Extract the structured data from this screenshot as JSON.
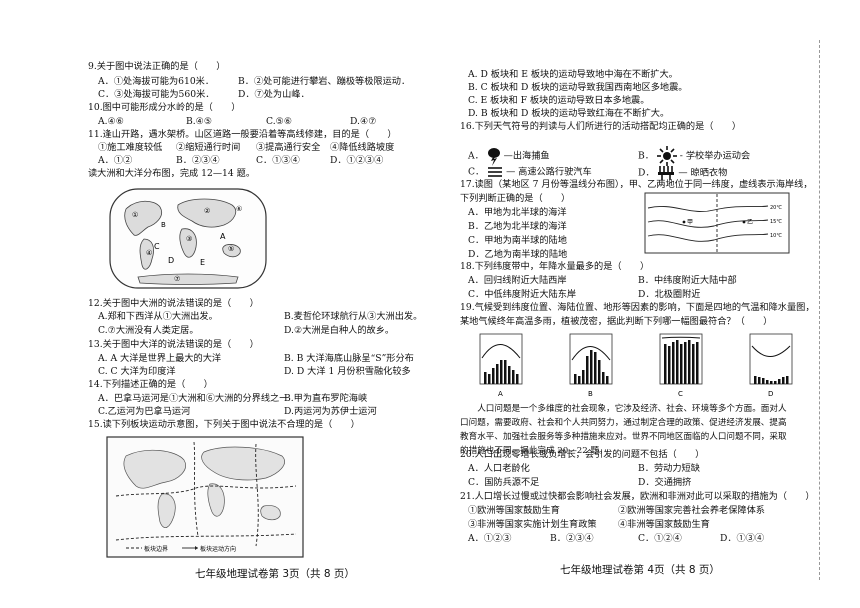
{
  "left": {
    "q9": {
      "stem": "9.关于图中说法正确的是（　　）",
      "a": "A．①处海拔可能为610米．",
      "b": "B．②处可能进行攀岩、蹦极等极限运动．",
      "c": "C．③处海拔可能为560米．",
      "d": "D．⑦处为山峰．"
    },
    "q10": {
      "stem": "10.图中可能形成分水岭的是（　　）",
      "a": "A.④⑥",
      "b": "B.④⑤",
      "c": "C.⑤⑥",
      "d": "D.④⑦"
    },
    "q11": {
      "stem": "11.逢山开路，遇水架桥。山区道路一般要沿着等高线修建，目的是（　　）",
      "o1": "①施工难度较低",
      "o2": "②缩短通行时间",
      "o3": "③提高通行安全",
      "o4": "④降低线路坡度",
      "a": "A．①②",
      "b": "B．②③④",
      "c": "C．①③④",
      "d": "D．①②③④"
    },
    "intro12": "读大洲和大洋分布图，完成 12—14 题。",
    "map1_labels": [
      "A",
      "B",
      "C",
      "D",
      "E",
      "①",
      "②",
      "③",
      "④",
      "⑤",
      "⑥",
      "⑦"
    ],
    "q12": {
      "stem": "12.关于图中大洲的说法错误的是（　　）",
      "a": "A.郑和下西洋从①大洲出发。",
      "b": "B.麦哲伦环球航行从③大洲出发。",
      "c": "C.⑦大洲没有人类定居。",
      "d": "D.②大洲是白种人的故乡。"
    },
    "q13": {
      "stem": "13.关于图中大洋的说法错误的是（　　）",
      "a": "A. A 大洋是世界上最大的大洋",
      "b": "B. B 大洋海底山脉呈“S”形分布",
      "c": "C. C 大洋为印度洋",
      "d": "D. D 大洋 1 月份积雪融化较多"
    },
    "q14": {
      "stem": "14.下列描述正确的是（　　）",
      "a": "A．巴拿马运河是①大洲和⑥大洲的分界线之一",
      "b": "B.甲为直布罗陀海峡",
      "c": "C.乙运河为巴拿马运河",
      "d": "D.丙运河为苏伊士运河"
    },
    "q15": {
      "stem": "15.读下列板块运动示意图，下列关于图中说法不合理的是（　　）"
    },
    "map2_legend": [
      "板块边界",
      "板块运动方向"
    ],
    "footer": "七年级地理试卷第 3页（共 8 页）"
  },
  "right": {
    "q15opts": {
      "a": "A. D 板块和 E 板块的运动导致地中海在不断扩大。",
      "b": "B. C 板块和 D 板块的运动导致我国西南地区多地震。",
      "c": "C. E 板块和 F 板块的运动导致日本多地震。",
      "d": "D. B 板块和 D 板块的运动导致红海在不断扩大。"
    },
    "q16": {
      "stem": "16.下列天气符号的判读与人们所进行的活动搭配均正确的是（　　）",
      "a": "—出海捕鱼",
      "b": "- 学校举办运动会",
      "c": "— 高速公路行驶汽车",
      "d": "— 晾晒衣物",
      "la": "A．",
      "lb": "B．",
      "lc": "C．",
      "ld": "D．"
    },
    "q17": {
      "stem1": "17.读图（某地区 7 月份等温线分布图），甲、乙两地位于同一纬度，虚线表示海岸线，",
      "stem2": "下列判断正确的是（　　）",
      "a": "A．甲地为北半球的海洋",
      "b": "B．乙地为北半球的海洋",
      "c": "C．甲地为南半球的陆地",
      "d": "D．乙地为南半球的陆地",
      "iso": [
        "20℃",
        "15℃",
        "10℃"
      ],
      "jia": "甲",
      "yi": "乙"
    },
    "q18": {
      "stem": "18.下列纬度带中，年降水量最多的是（　　）",
      "a": "A．回归线附近大陆西岸",
      "b": "B．中纬度附近大陆中部",
      "c": "C．中低纬度附近大陆东岸",
      "d": "D．北极圈附近"
    },
    "q19": {
      "stem1": "19.气候受到纬度位置、海陆位置、地形等因素的影响，下面是四地的气温和降水量图，",
      "stem2": "某地气候终年高温多雨，植被茂密，据此判断下列哪一幅图最符合？（　　）",
      "labels": [
        "A",
        "B",
        "C",
        "D"
      ]
    },
    "para": "人口问题是一个多维度的社会现象，它涉及经济、社会、环境等多个方面。面对人口问题，需要政府、社会和个人共同努力，通过制定合理的政策、促进经济发展、提高教育水平、加强社会服务等多种措施来应对。世界不同地区面临的人口问题不同，采取的措施也不同。据此完成 20—22 题。",
    "q20": {
      "stem": "20.人口出现零增长或负增长，会引发的问题不包括（　　）",
      "a": "A．人口老龄化",
      "b": "B．劳动力短缺",
      "c": "C．国防兵源不足",
      "d": "D．交通拥挤"
    },
    "q21": {
      "stem": "21.人口增长过慢或过快都会影响社会发展，欧洲和非洲对此可以采取的措施为（　　）",
      "o1": "①欧洲等国家鼓励生育",
      "o2": "②欧洲等国家完善社会养老保障体系",
      "o3": "③非洲等国家实施计划生育政策",
      "o4": "④非洲等国家鼓励生育",
      "a": "A．①②③",
      "b": "B．②③④",
      "c": "C．①②④",
      "d": "D．①③④"
    },
    "footer": "七年级地理试卷第 4页（共 8 页）"
  },
  "colors": {
    "ink": "#111111",
    "map_fill": "#d9d9d9",
    "border": "#555555"
  }
}
